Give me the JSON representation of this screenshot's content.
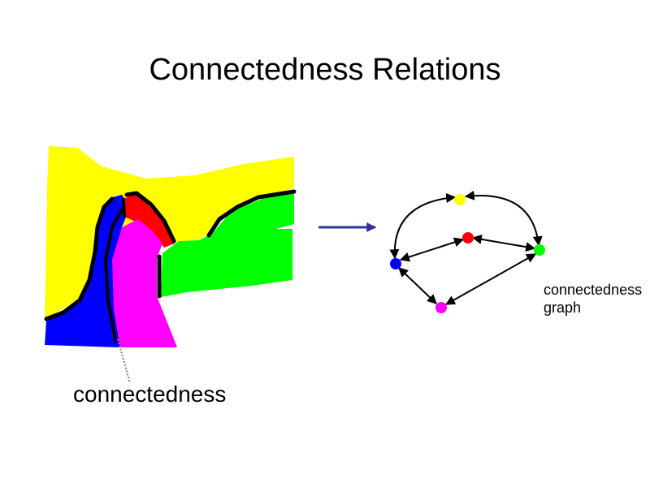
{
  "slide": {
    "title": "Connectedness Relations"
  },
  "labels": {
    "boundary": "connectedness",
    "graph_line1": "connectedness",
    "graph_line2": "graph"
  },
  "colors": {
    "yellow_region": "#ffff00",
    "blue_region": "#0000ff",
    "red_region": "#ff0000",
    "magenta_region": "#ff00ff",
    "green_region": "#00ff00",
    "boundary": "#000000",
    "transform_arrow": "#333399",
    "pointer_line": "#808080"
  },
  "graph": {
    "nodes": [
      "yellow",
      "red",
      "blue",
      "green",
      "magenta"
    ],
    "edges": [
      [
        "blue",
        "yellow"
      ],
      [
        "yellow",
        "green"
      ],
      [
        "blue",
        "red"
      ],
      [
        "red",
        "green"
      ],
      [
        "blue",
        "magenta"
      ],
      [
        "magenta",
        "green"
      ]
    ]
  }
}
